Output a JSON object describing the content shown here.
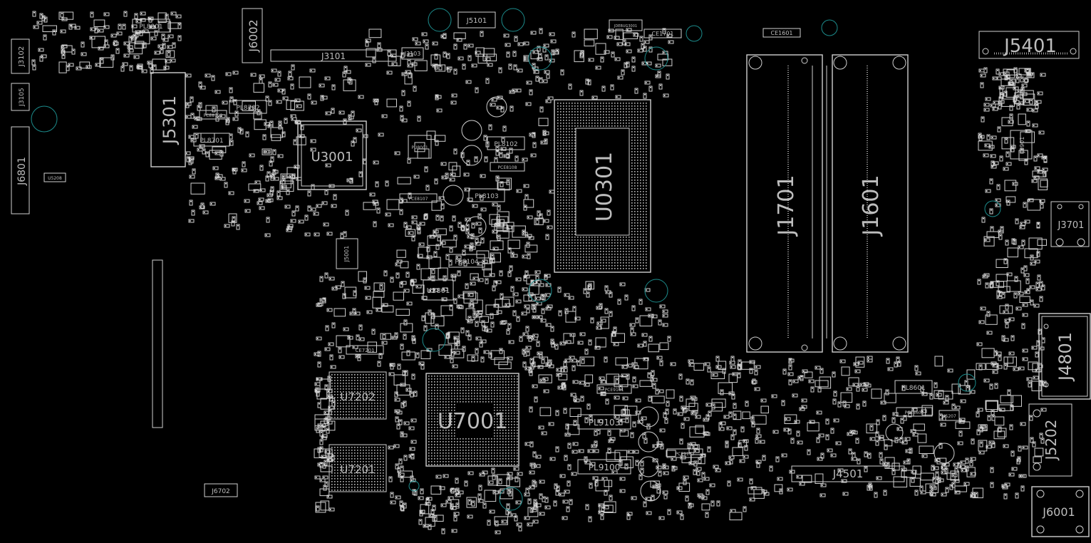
{
  "board_labels": {
    "j5101": "J5101",
    "j5401": "J5401",
    "j3102": "J3102",
    "j3105": "J3105",
    "j6801": "J6801",
    "j5301": "J5301",
    "j6002": "J6002",
    "j3101": "J3101",
    "j3103": "J3103",
    "u3001": "U3001",
    "u0301": "U0301",
    "j1701": "J1701",
    "j1601": "J1601",
    "j3701": "J3701",
    "j4801": "J4801",
    "j5202": "J5202",
    "j6001": "J6001",
    "j4501": "J4501",
    "u7202": "U7202",
    "u7201": "U7201",
    "u7001": "U7001",
    "u2801": "U2801",
    "j6702": "J6702",
    "j5001": "J5001",
    "pl8901": "PL8901",
    "pl8702": "PL8702",
    "pl8701": "PL8701",
    "pl8104": "PL8104",
    "pl8103": "PL8103",
    "pl8102": "PL8102",
    "pl9103": "PL9103",
    "pl9100": "PL9100",
    "pl8601": "PL8601",
    "ce1701": "CE1701",
    "ce1601": "CE1601",
    "ce7201": "CE7201",
    "pce8702": "PCE8702",
    "pce8108": "PCE8108",
    "pce8107": "PCE8107",
    "pce9103": "PCE9103",
    "pce9101": "PCE9101",
    "pce8602": "PCE8602",
    "u5208": "U5208",
    "u5207": "U5207",
    "jdebug": "JDEBUG3001",
    "pu8001": "PU8001",
    "j3901": "J3901"
  },
  "colors": {
    "background": "#000000",
    "outline": "#cfcfcf",
    "mounting_hole": "#1c8c8c"
  }
}
